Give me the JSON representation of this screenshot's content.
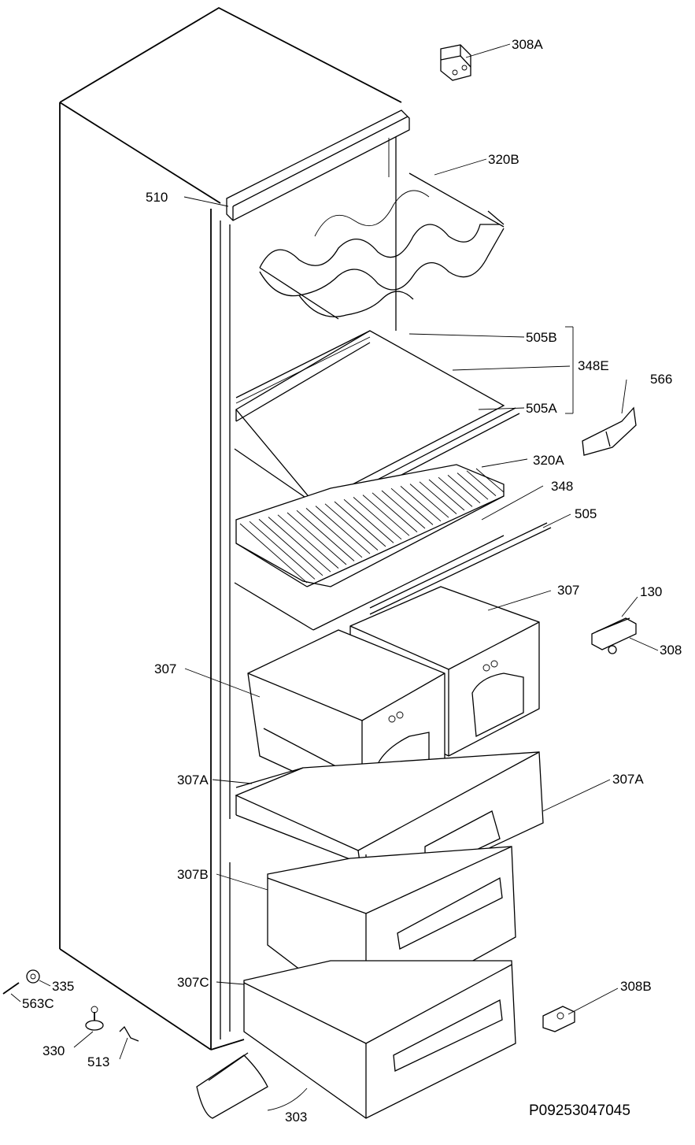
{
  "labels": {
    "l308A": "308A",
    "l320B": "320B",
    "l510": "510",
    "l505B": "505B",
    "l348E": "348E",
    "l566": "566",
    "l505A": "505A",
    "l320A": "320A",
    "l348": "348",
    "l505": "505",
    "l307_right": "307",
    "l130": "130",
    "l308": "308",
    "l307_left": "307",
    "l307A_left": "307A",
    "l307A_right": "307A",
    "l307B": "307B",
    "l307C": "307C",
    "l308B": "308B",
    "l335": "335",
    "l563C": "563C",
    "l330": "330",
    "l513": "513",
    "l303": "303"
  },
  "document_code": "P09253047045"
}
